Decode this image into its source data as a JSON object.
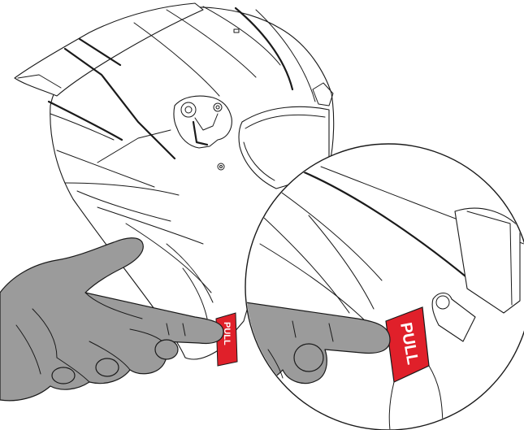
{
  "tab_label": "PULL",
  "colors": {
    "tab_red": "#e0202a",
    "hand_gray": "#9b9b9b",
    "line": "#1a1a1a",
    "background": "#ffffff"
  },
  "icons": [
    "helmet-shell",
    "visor-pivot-mechanism",
    "pointing-hand-icon",
    "magnifier-circle",
    "pull-tab"
  ]
}
